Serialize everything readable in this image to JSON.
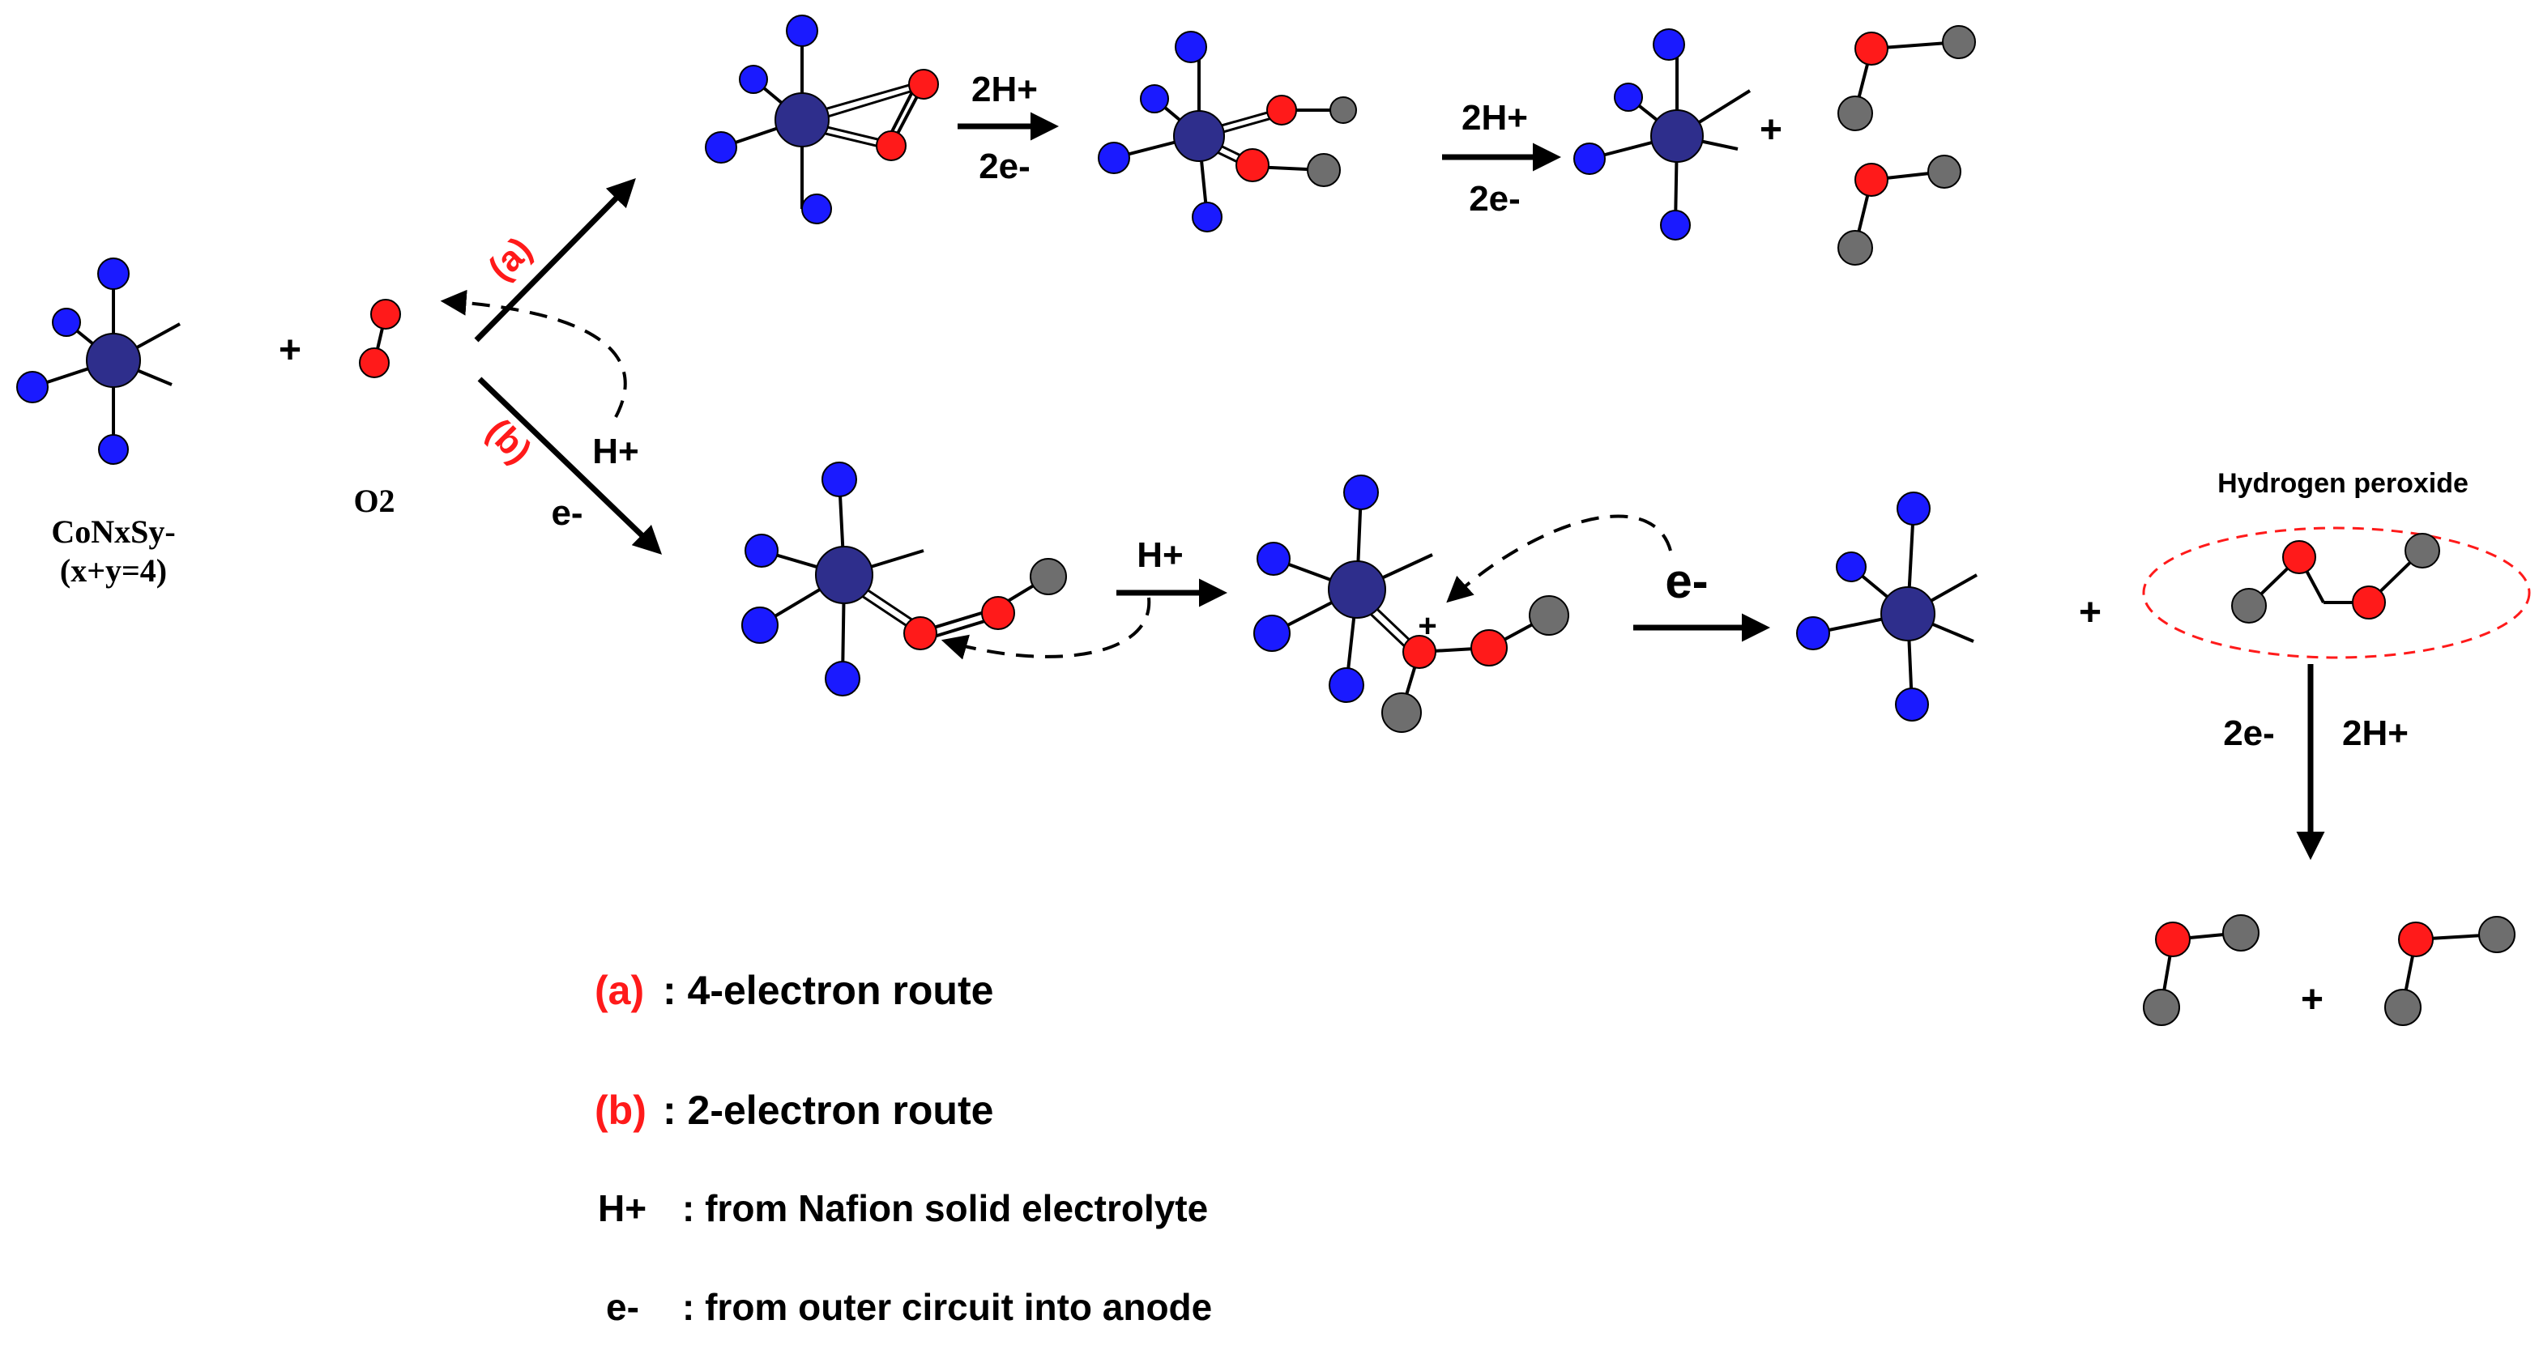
{
  "reactant": {
    "catalyst_label_line1": "CoNxSy-",
    "catalyst_label_line2": "(x+y=4)",
    "plus": "+",
    "o2_label": "O2"
  },
  "route_a": {
    "label": "(a)",
    "step1_top": "2H+",
    "step1_bottom": "2e-",
    "step2_top": "2H+",
    "step2_bottom": "2e-",
    "plus": "+"
  },
  "route_b": {
    "label": "(b)",
    "h_plus": "H+",
    "e_minus": "e-",
    "step1_top": "H+",
    "charge_plus": "+",
    "step2_label": "e-",
    "plus": "+",
    "product_label": "Hydrogen peroxide",
    "decomp_left": "2e-",
    "decomp_right": "2H+",
    "final_plus": "+"
  },
  "legend": [
    {
      "key": "(a)",
      "text": ": 4-electron route"
    },
    {
      "key": "(b)",
      "text": ": 2-electron route"
    },
    {
      "key": "H+",
      "text": ": from Nafion solid electrolyte"
    },
    {
      "key": "e-",
      "text": ": from outer circuit into anode"
    }
  ],
  "colors": {
    "cobalt": "#2e2e8c",
    "nitrogen": "#1a1aff",
    "oxygen": "#ff1a1a",
    "hydrogen": "#6e6e6e",
    "route_label": "#ff1a1a"
  }
}
